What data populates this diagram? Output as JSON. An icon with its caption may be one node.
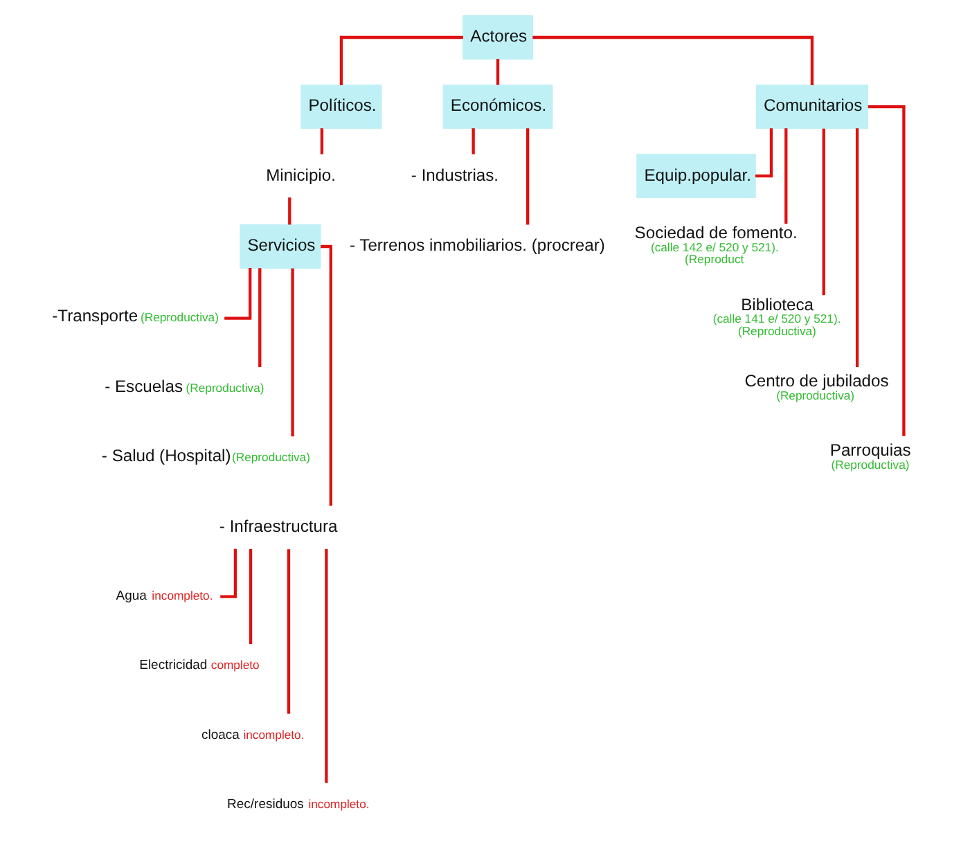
{
  "diagram": {
    "nodes": [
      {
        "text": [
          "Actores"
        ]
      },
      {
        "text": [
          "Políticos."
        ]
      },
      {
        "text": [
          "Económicos."
        ]
      },
      {
        "text": [
          "Comunitarios"
        ]
      },
      {
        "text": [
          "Minicipio."
        ]
      },
      {
        "text": [
          "Servicios"
        ]
      },
      {
        "text": [
          "-Transporte",
          "(Reproductiva)"
        ]
      },
      {
        "text": [
          "- Escuelas",
          "(Reproductiva)"
        ]
      },
      {
        "text": [
          "- Salud (Hospital)",
          "(Reproductiva)"
        ]
      },
      {
        "text": [
          "- Infraestructura"
        ]
      },
      {
        "text": [
          "Agua",
          "incompleto."
        ]
      },
      {
        "text": [
          "Electricidad",
          "completo"
        ]
      },
      {
        "text": [
          "cloaca",
          "incompleto."
        ]
      },
      {
        "text": [
          "Rec/residuos",
          "incompleto."
        ]
      },
      {
        "text": [
          "- Industrias."
        ]
      },
      {
        "text": [
          "- Terrenos inmobiliarios. (procrear)"
        ]
      },
      {
        "text": [
          "Equip.popular."
        ]
      },
      {
        "text": [
          "Sociedad de fomento.",
          "(calle 142 e/ 520 y 521).",
          "(Reproduct"
        ]
      },
      {
        "text": [
          "Biblioteca",
          "(calle 141 e/ 520 y 521).",
          "(Reproductiva)"
        ]
      },
      {
        "text": [
          "Centro de jubilados",
          "(Reproductiva)"
        ]
      },
      {
        "text": [
          "Parroquias",
          "(Reproductiva)"
        ]
      }
    ],
    "edges": [
      {
        "from": 0,
        "to": 1,
        "arrow": "none"
      },
      {
        "from": 0,
        "to": 2,
        "arrow": "none"
      },
      {
        "from": 0,
        "to": 3,
        "arrow": "none"
      },
      {
        "from": 1,
        "to": 4,
        "arrow": "none"
      },
      {
        "from": 4,
        "to": 5,
        "arrow": "none"
      },
      {
        "from": 5,
        "to": 6,
        "arrow": "none"
      },
      {
        "from": 5,
        "to": 7,
        "arrow": "none"
      },
      {
        "from": 5,
        "to": 8,
        "arrow": "none"
      },
      {
        "from": 5,
        "to": 9,
        "arrow": "none"
      },
      {
        "from": 9,
        "to": 10,
        "arrow": "none"
      },
      {
        "from": 9,
        "to": 11,
        "arrow": "none"
      },
      {
        "from": 9,
        "to": 12,
        "arrow": "none"
      },
      {
        "from": 9,
        "to": 13,
        "arrow": "none"
      },
      {
        "from": 2,
        "to": 14,
        "arrow": "none"
      },
      {
        "from": 2,
        "to": 15,
        "arrow": "none"
      },
      {
        "from": 3,
        "to": 16,
        "arrow": "none"
      },
      {
        "from": 3,
        "to": 17,
        "arrow": "none"
      },
      {
        "from": 3,
        "to": 18,
        "arrow": "none"
      },
      {
        "from": 3,
        "to": 19,
        "arrow": "none"
      },
      {
        "from": 3,
        "to": 20,
        "arrow": "none"
      }
    ]
  }
}
